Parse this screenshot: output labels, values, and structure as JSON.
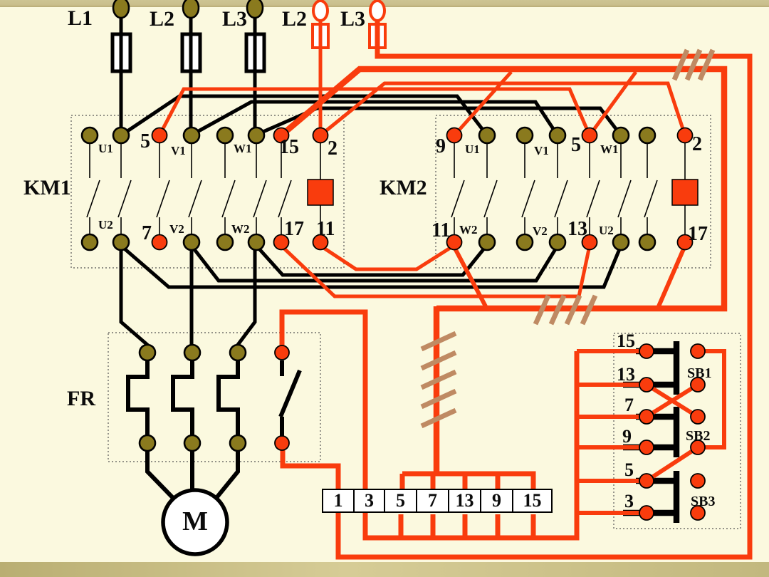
{
  "colors": {
    "background": "#FBF9DF",
    "top_band": "#C9BE8B",
    "bottom_band": "#C2B87E",
    "wire_black": "#000000",
    "wire_red": "#F93C0D",
    "terminal_red": "#F93C0D",
    "terminal_olive": "#8A7A1E",
    "cable_marker_tan": "#BF8A63",
    "cell_bg": "#FFFFFF"
  },
  "supply": {
    "l1": "L1",
    "l2": "L2",
    "l3": "L3",
    "l2_control": "L2",
    "l3_control": "L3"
  },
  "contactor_km1": {
    "name": "KM1",
    "terminals_top": {
      "u1": "U1",
      "n5": "5",
      "v1": "V1",
      "w1": "W1",
      "n15": "15",
      "n2": "2"
    },
    "terminals_bottom": {
      "u2": "U2",
      "n7": "7",
      "v2": "V2",
      "w2": "W2",
      "n17": "17",
      "n11": "11"
    }
  },
  "contactor_km2": {
    "name": "KM2",
    "terminals_top": {
      "n9": "9",
      "u1": "U1",
      "v1": "V1",
      "n5": "5",
      "w1": "W1",
      "n2": "2"
    },
    "terminals_bottom": {
      "n11": "11",
      "w2": "W2",
      "v2": "V2",
      "n13": "13",
      "u2": "U2",
      "n17": "17"
    }
  },
  "thermal_relay": {
    "name": "FR"
  },
  "motor": {
    "name": "M"
  },
  "terminal_strip": {
    "cells": [
      "1",
      "3",
      "5",
      "7",
      "13",
      "9",
      "15"
    ]
  },
  "pushbuttons": {
    "sb1": "SB1",
    "sb2": "SB2",
    "sb3": "SB3",
    "wire_numbers": [
      "15",
      "13",
      "7",
      "9",
      "5",
      "3"
    ]
  }
}
